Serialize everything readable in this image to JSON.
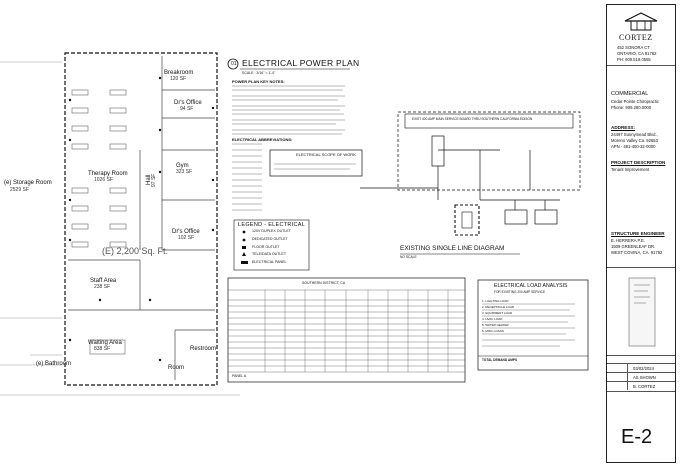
{
  "rooms": [
    {
      "name": "Breakroom",
      "area": "120 SF"
    },
    {
      "name": "Dr's Office",
      "area": "94 SF"
    },
    {
      "name": "Gym",
      "area": "323 SF"
    },
    {
      "name": "Therapy Room",
      "area": "1026 SF"
    },
    {
      "name": "Hall",
      "area": "97 SF"
    },
    {
      "name": "Dr's Office",
      "area": "102 SF"
    },
    {
      "name": "Staff Area",
      "area": "238 SF"
    },
    {
      "name": "Waiting Area",
      "area": "838 SF"
    },
    {
      "name": "Restroom",
      "area": ""
    },
    {
      "name": "Room",
      "area": ""
    },
    {
      "name": "(e) Storage Room",
      "area": "2529 SF"
    },
    {
      "name": "(e) Bathroom",
      "area": ""
    }
  ],
  "total_area_label": "(E) 2,200 Sq. Ft.",
  "plan": {
    "number": "01",
    "title": "ELECTRICAL POWER PLAN",
    "scale": "SCALE : 3/16\" = 1'-0\"",
    "notes_title": "POWER PLAN KEY NOTES:",
    "abbrev_title": "ELECTRICAL ABBREVIATIONS:",
    "scope_title": "ELECTRICAL SCOPE OF WORK"
  },
  "legend": {
    "title": "LEGEND - ELECTRICAL",
    "items": [
      "120V DUPLEX OUTLET",
      "DEDICATED OUTLET",
      "FLOOR OUTLET",
      "TELE/DATA OUTLET",
      "ELECTRICAL PANEL"
    ]
  },
  "single_line": {
    "title": "EXISTING SINGLE LINE DIAGRAM",
    "scale": "NO SCALE",
    "box_label": "EXIST 400 AMP MAIN SERVICE BOARD THRU SOUTHERN CALIFORNIA EDISON"
  },
  "panel_schedule": {
    "title": "SOUTHERN DISTRICT, CA",
    "note": "PANEL A"
  },
  "load_analysis": {
    "title": "ELECTRICAL LOAD ANALYSIS",
    "subtitle": "FOR EXISTING 200 AMP SERVICE",
    "lines": [
      "1. LIGHTING LOAD",
      "2. RECEPTACLE LOAD",
      "3. EQUIPMENT LOAD",
      "4. HVAC LOAD",
      "5. WATER HEATER",
      "6. MISC LOADS"
    ],
    "total": "TOTAL DEMAND AMPS"
  },
  "title_block": {
    "logo": "CORTEZ",
    "firm_address": [
      "452 SONORA CT",
      "ONTARIO, CA 91762",
      "PH: 909.518.0555"
    ],
    "project_type": "COMMERCIAL",
    "project_name": [
      "Cedar Pointe Chiropractic",
      "Phone: 909.280.0000"
    ],
    "address_head": "ADDRESS:",
    "address": [
      "24497 Sunnymead Blvd.,",
      "Moreno Valley Ca. 92553",
      "APN - 481-400-32-0000"
    ],
    "desc_head": "PROJECT DESCRIPTION",
    "description": "Tenant Improvement",
    "eng_head": "STRUCTURE ENGINEER",
    "engineer": [
      "E. HERRERA P.E.",
      "1509 GREENLEAF DR.",
      "WEST COVINA, CA. 91792"
    ],
    "date": "03/02/2024",
    "drawn_by": "AS SHOWN",
    "checked_by": "B. CORTEZ",
    "sheet": "E-2"
  }
}
